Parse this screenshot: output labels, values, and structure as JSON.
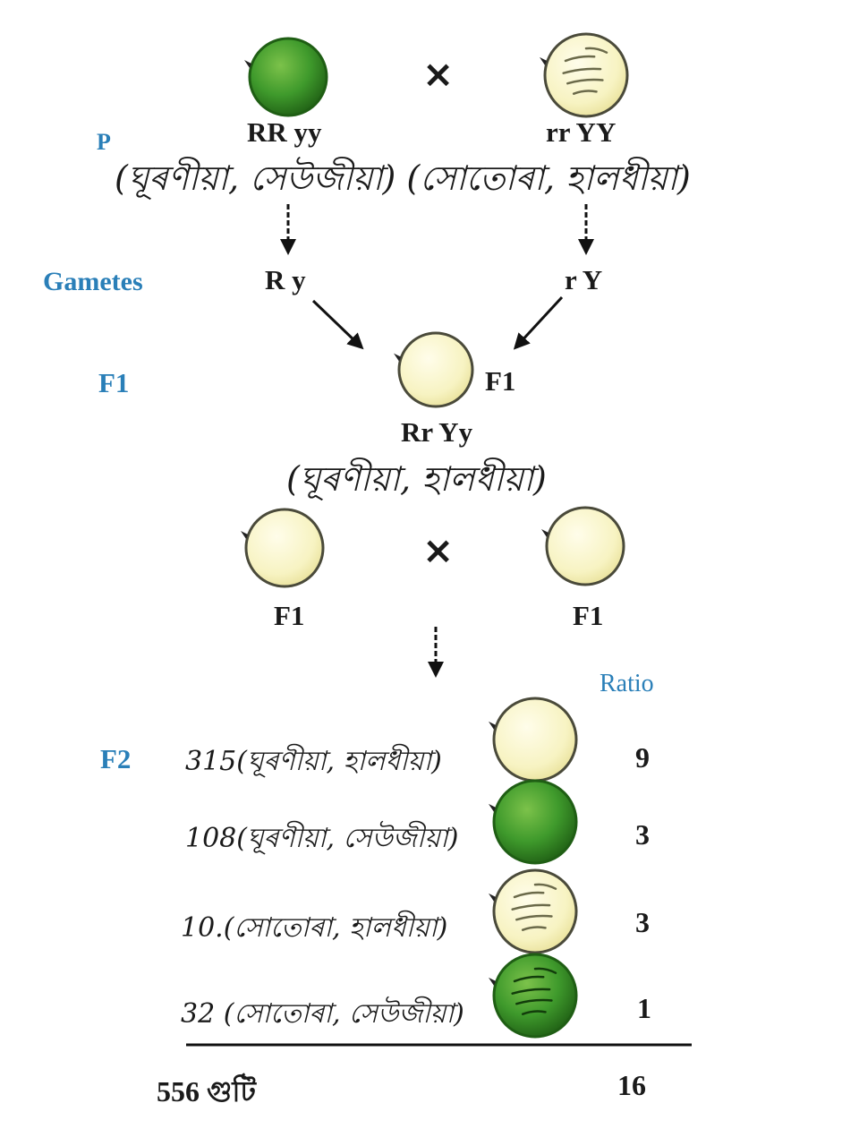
{
  "generations": {
    "p": "P",
    "gametes": "Gametes",
    "f1": "F1",
    "f2": "F2"
  },
  "cross_symbol": "×",
  "parents": {
    "left": {
      "genotype": "RR yy",
      "color": "green",
      "shape": "round"
    },
    "right": {
      "genotype": "rr YY",
      "color": "yellow",
      "shape": "wrinkled"
    },
    "phenotypes_line": "(ঘূৰণীয়া, সেউজীয়া) (সোতোৰা, হালধীয়া)"
  },
  "gametes": {
    "left": "R y",
    "right": "r Y"
  },
  "f1": {
    "side_label": "F1",
    "genotype": "Rr Yy",
    "phenotype": "(ঘূৰণীয়া, হালধীয়া)",
    "self_cross_left": "F1",
    "self_cross_right": "F1"
  },
  "ratio_header": "Ratio",
  "f2_rows": [
    {
      "count_text": "315(ঘূৰণীয়া, হালধীয়া)",
      "ratio": "9",
      "color": "yellow",
      "shape": "round"
    },
    {
      "count_text": "108(ঘূৰণীয়া, সেউজীয়া)",
      "ratio": "3",
      "color": "green",
      "shape": "round"
    },
    {
      "count_text": "10.(সোতোৰা, হালধীয়া)",
      "ratio": "3",
      "color": "yellow",
      "shape": "wrinkled"
    },
    {
      "count_text": "32 (সোতোৰা, সেউজীয়া)",
      "ratio": "1",
      "color": "green",
      "shape": "wrinkled"
    }
  ],
  "totals": {
    "seeds": "556 গুটি",
    "ratio": "16"
  },
  "colors": {
    "generation_label": "#2a7fb8",
    "green_seed": "#3f9a2c",
    "green_seed_dark": "#1f5e14",
    "yellow_seed": "#f7f3c2",
    "yellow_seed_edge": "#4a4a3a"
  }
}
